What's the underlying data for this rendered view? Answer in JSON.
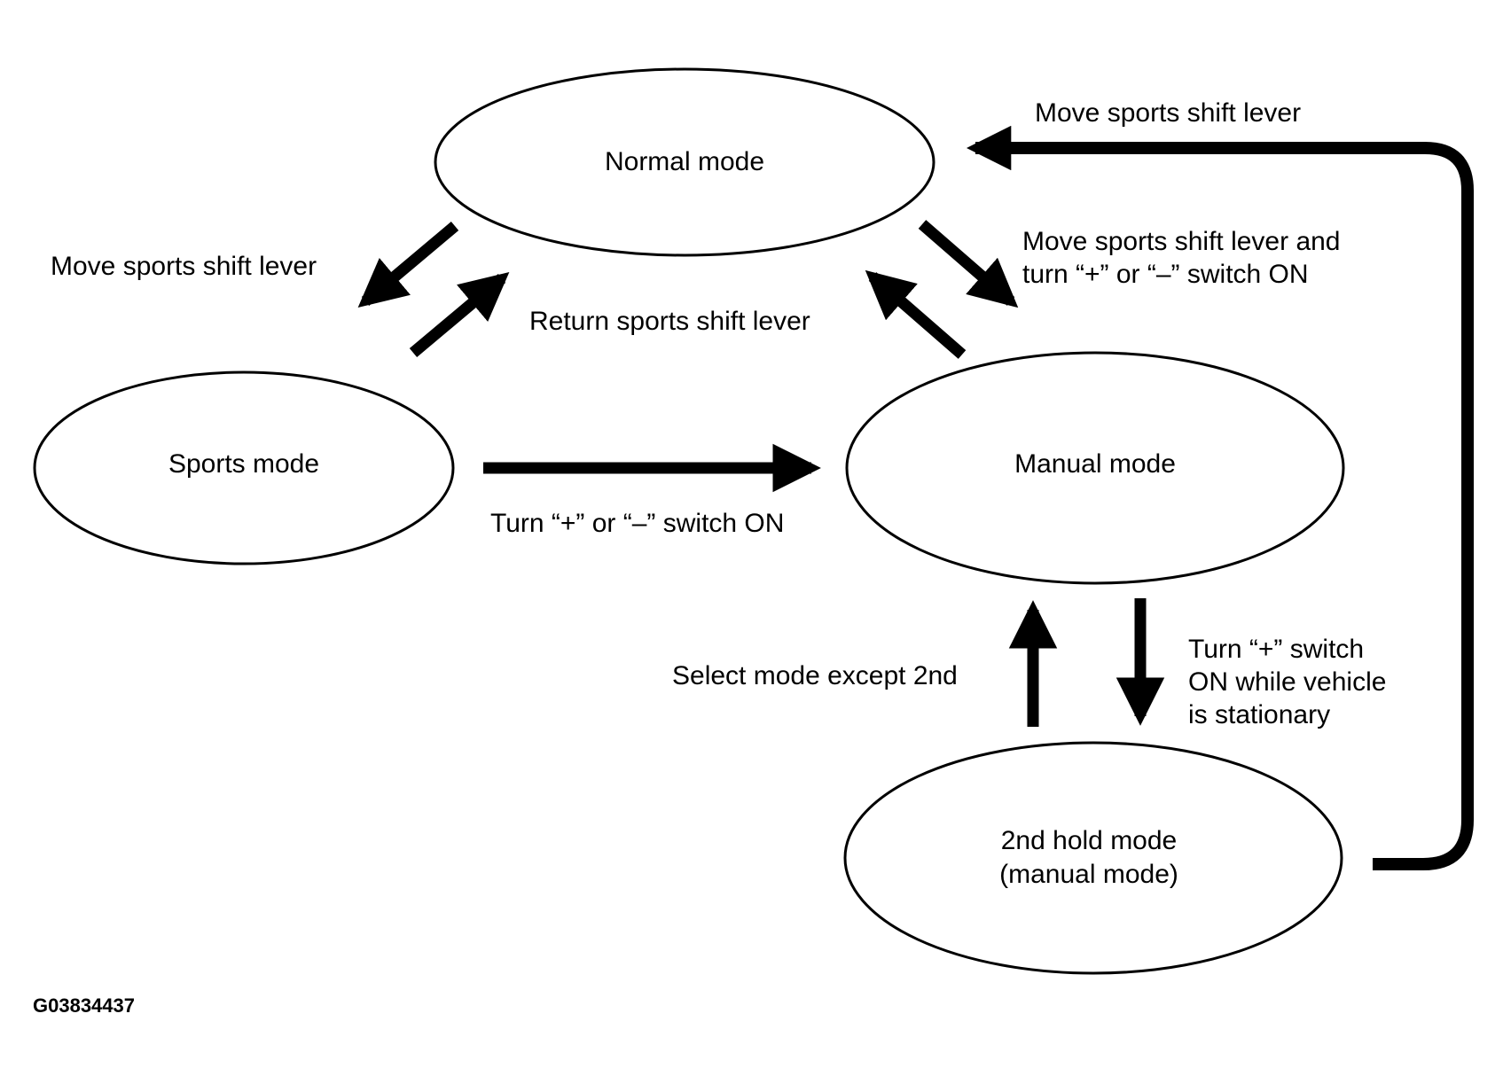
{
  "nodes": {
    "normal": "Normal mode",
    "sports": "Sports mode",
    "manual": "Manual mode",
    "hold_line1": "2nd hold mode",
    "hold_line2": "(manual mode)"
  },
  "edges": {
    "normal_to_sports": "Move sports shift lever",
    "sports_to_normal": "Return sports shift lever",
    "normal_to_manual_line1": "Move sports shift lever and",
    "normal_to_manual_line2": "turn “+” or “–” switch ON",
    "sports_to_manual": "Turn “+” or “–” switch ON",
    "hold_to_manual": "Select mode except 2nd",
    "manual_to_hold_line1": "Turn “+” switch",
    "manual_to_hold_line2": "ON while vehicle",
    "manual_to_hold_line3": "is stationary",
    "hold_to_normal": "Move sports shift lever"
  },
  "figure_code": "G03834437"
}
